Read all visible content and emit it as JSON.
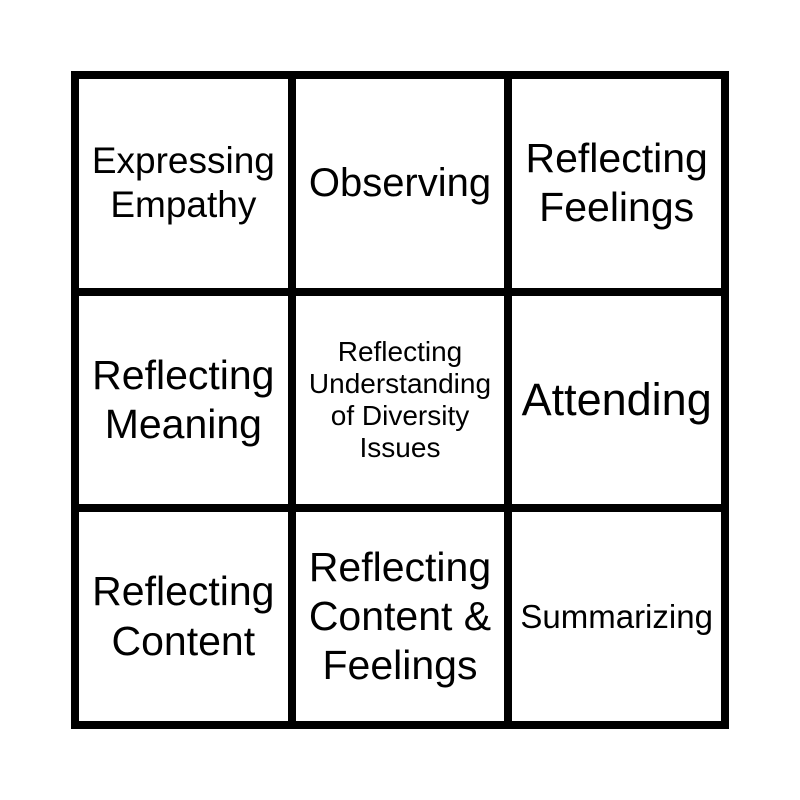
{
  "card": {
    "grid_size": "3x3",
    "cells": [
      {
        "label": "Expressing Empathy"
      },
      {
        "label": "Observing"
      },
      {
        "label": "Reflecting Feelings"
      },
      {
        "label": "Reflecting Meaning"
      },
      {
        "label": "Reflecting Understanding of Diversity Issues"
      },
      {
        "label": "Attending"
      },
      {
        "label": "Reflecting Content"
      },
      {
        "label": "Reflecting Content & Feelings"
      },
      {
        "label": "Summarizing"
      }
    ],
    "colors": {
      "grid_line": "#000000",
      "cell_background": "#ffffff",
      "text": "#000000",
      "page_background": "#ffffff"
    }
  }
}
